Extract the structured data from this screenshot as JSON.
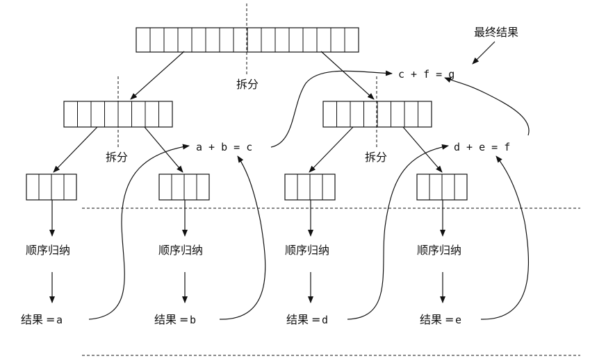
{
  "split_label": "拆分",
  "final_result_label": "最终结果",
  "sequential_reduction_label": "顺序归纳",
  "combines": [
    {
      "id": "ab",
      "text": "a + b = c"
    },
    {
      "id": "de",
      "text": "d + e = f"
    },
    {
      "id": "cf",
      "text": "c + f = g"
    }
  ],
  "leaves": [
    {
      "id": "1",
      "label": "结果",
      "eq": "=",
      "value": "a"
    },
    {
      "id": "2",
      "label": "结果",
      "eq": "=",
      "value": "b"
    },
    {
      "id": "3",
      "label": "结果",
      "eq": "=",
      "value": "d"
    },
    {
      "id": "4",
      "label": "结果",
      "eq": "=",
      "value": "e"
    }
  ],
  "array_cells": {
    "root": 16,
    "mid": 8,
    "leaf": 4
  }
}
